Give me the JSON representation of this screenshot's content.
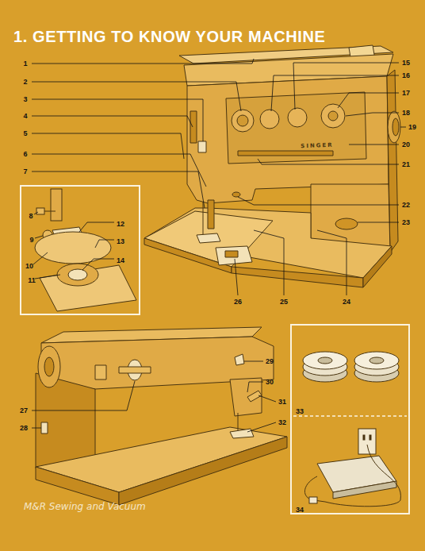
{
  "diagram": {
    "title": "1. GETTING TO KNOW YOUR MACHINE",
    "nodes": [
      {
        "text": [
          "8",
          "9",
          "10",
          "11",
          "12",
          "13",
          "14"
        ]
      },
      {
        "text": [
          "33",
          "34"
        ]
      }
    ],
    "labels": [
      "1",
      "2",
      "3",
      "4",
      "5",
      "6",
      "7",
      "15",
      "16",
      "17",
      "18",
      "19",
      "20",
      "21",
      "22",
      "23",
      "24",
      "25",
      "26",
      "27",
      "28",
      "29",
      "30",
      "31",
      "32",
      "SINGER",
      "M&R Sewing and Vacuum"
    ]
  }
}
